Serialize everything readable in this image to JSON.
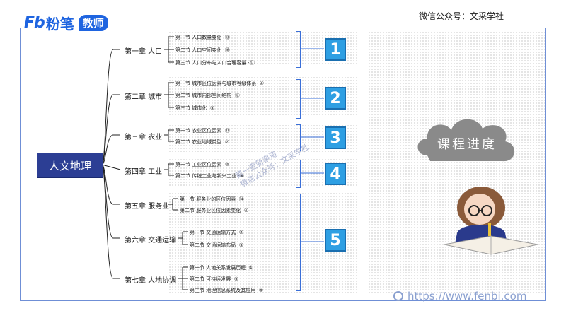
{
  "header": {
    "logo_fb": "Fb",
    "logo_cn": "粉笔",
    "logo_tag": "教师",
    "wechat": "微信公众号：文采学社"
  },
  "footer": {
    "url": "https://www.fenbi.com"
  },
  "root": "人文地理",
  "watermark": [
    "第一更新渠道",
    "微信公众号：文采学社"
  ],
  "progress_label": "课程进度",
  "chapters": [
    {
      "title": "第一章  人口",
      "sections": [
        "第一节  人口数量变化 ·",
        "第二节  人口空间变化 ·",
        "第三节  人口分布与人口合理容量 ·"
      ],
      "nums": [
        "⑬",
        "⑯",
        "⑰"
      ]
    },
    {
      "title": "第二章  城市",
      "sections": [
        "第一节  城市区位因素与城市等级体系 ·",
        "第二节  城市内部空间结构 ·",
        "第三节  城市化 ·"
      ],
      "nums": [
        "④",
        "⑫",
        "⑤"
      ]
    },
    {
      "title": "第三章  农业",
      "sections": [
        "第一节  农业区位因素 ·",
        "第二节  农业地域类型 ·"
      ],
      "nums": [
        "⑪",
        "⑦"
      ]
    },
    {
      "title": "第四章  工业",
      "sections": [
        "第一节  工业区位因素 ·",
        "第二节  传统工业与新兴工业 ·"
      ],
      "nums": [
        "⑩",
        "⑧"
      ]
    },
    {
      "title": "第五章  服务业",
      "sections": [
        "第一节  服务业的区位因素 ·",
        "第二节  服务业区位因素变化 ·"
      ],
      "nums": [
        "⑭",
        "④"
      ]
    },
    {
      "title": "第六章  交通运输",
      "sections": [
        "第一节  交通运输方式 ·",
        "第二节  交通运输布局 ·"
      ],
      "nums": [
        "②",
        "③"
      ]
    },
    {
      "title": "第七章  人地协调",
      "sections": [
        "第一节  人地关系发展历程 ·",
        "第二节  可持续发展 ·",
        "第三节  地理信息系统及其应用 ·"
      ],
      "nums": [
        "①",
        "⑤",
        "⑨"
      ]
    }
  ],
  "progress_numbers": [
    "1",
    "2",
    "3",
    "4",
    "5"
  ]
}
